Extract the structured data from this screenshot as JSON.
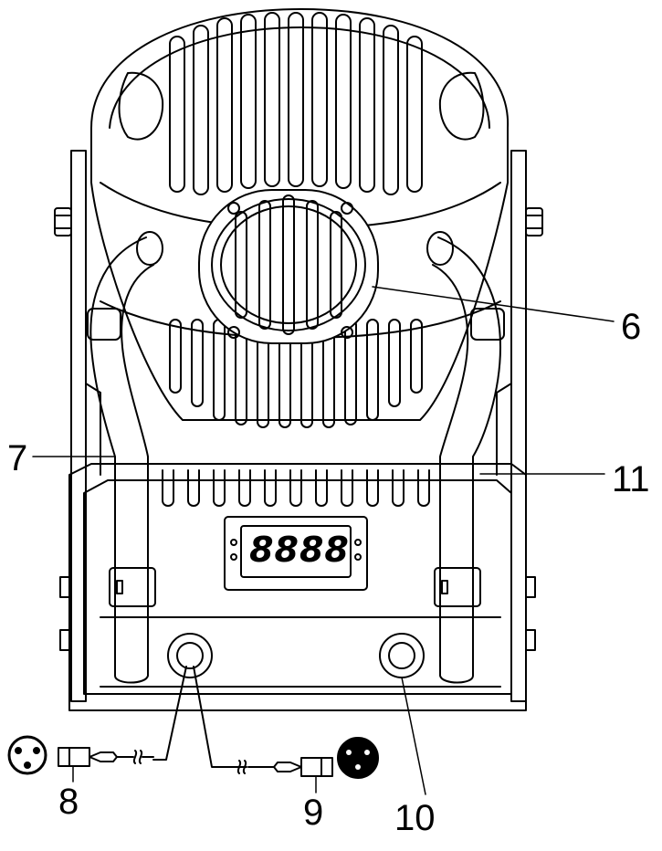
{
  "diagram": {
    "callouts": {
      "c6": "6",
      "c7": "7",
      "c8": "8",
      "c9": "9",
      "c10": "10",
      "c11": "11"
    },
    "display_text": "8888"
  }
}
